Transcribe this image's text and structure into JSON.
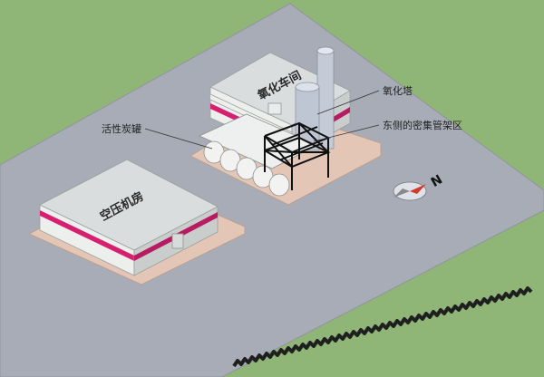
{
  "buildings": {
    "oxidation_workshop": "氧化车间",
    "air_compressor_room": "空压机房"
  },
  "callouts": {
    "activated_carbon_tank": "活性炭罐",
    "oxidation_tower": "氧化塔",
    "east_pipe_rack": "东侧的密集管架区"
  },
  "compass": {
    "label": "N"
  },
  "colors": {
    "grass": "#8fb676",
    "ground": "#a7acb6",
    "pad": "#e4c6b6",
    "wall": "#ecefec",
    "roof": "#d9dddd",
    "stripe": "#d6206f"
  }
}
